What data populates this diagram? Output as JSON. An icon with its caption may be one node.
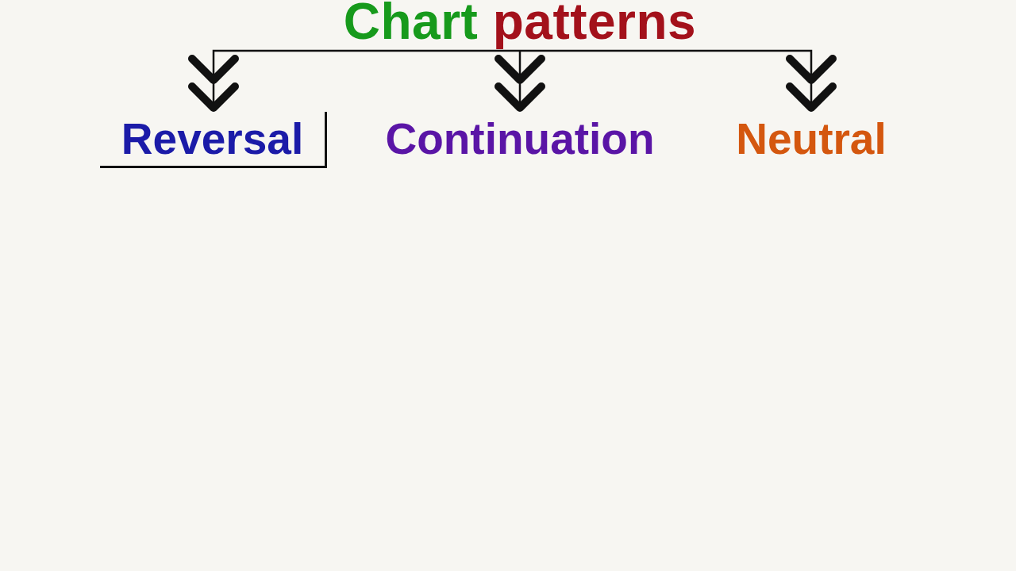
{
  "diagram": {
    "nodes": [
      {
        "text": [
          "Chart patterns"
        ]
      },
      {
        "text": [
          "Reversal"
        ]
      },
      {
        "text": [
          "Continuation"
        ]
      },
      {
        "text": [
          "Neutral"
        ]
      }
    ],
    "edges": [
      {
        "from": 0,
        "to": 1,
        "arrow": "to"
      },
      {
        "from": 0,
        "to": 2,
        "arrow": "to"
      },
      {
        "from": 0,
        "to": 3,
        "arrow": "to"
      }
    ]
  }
}
